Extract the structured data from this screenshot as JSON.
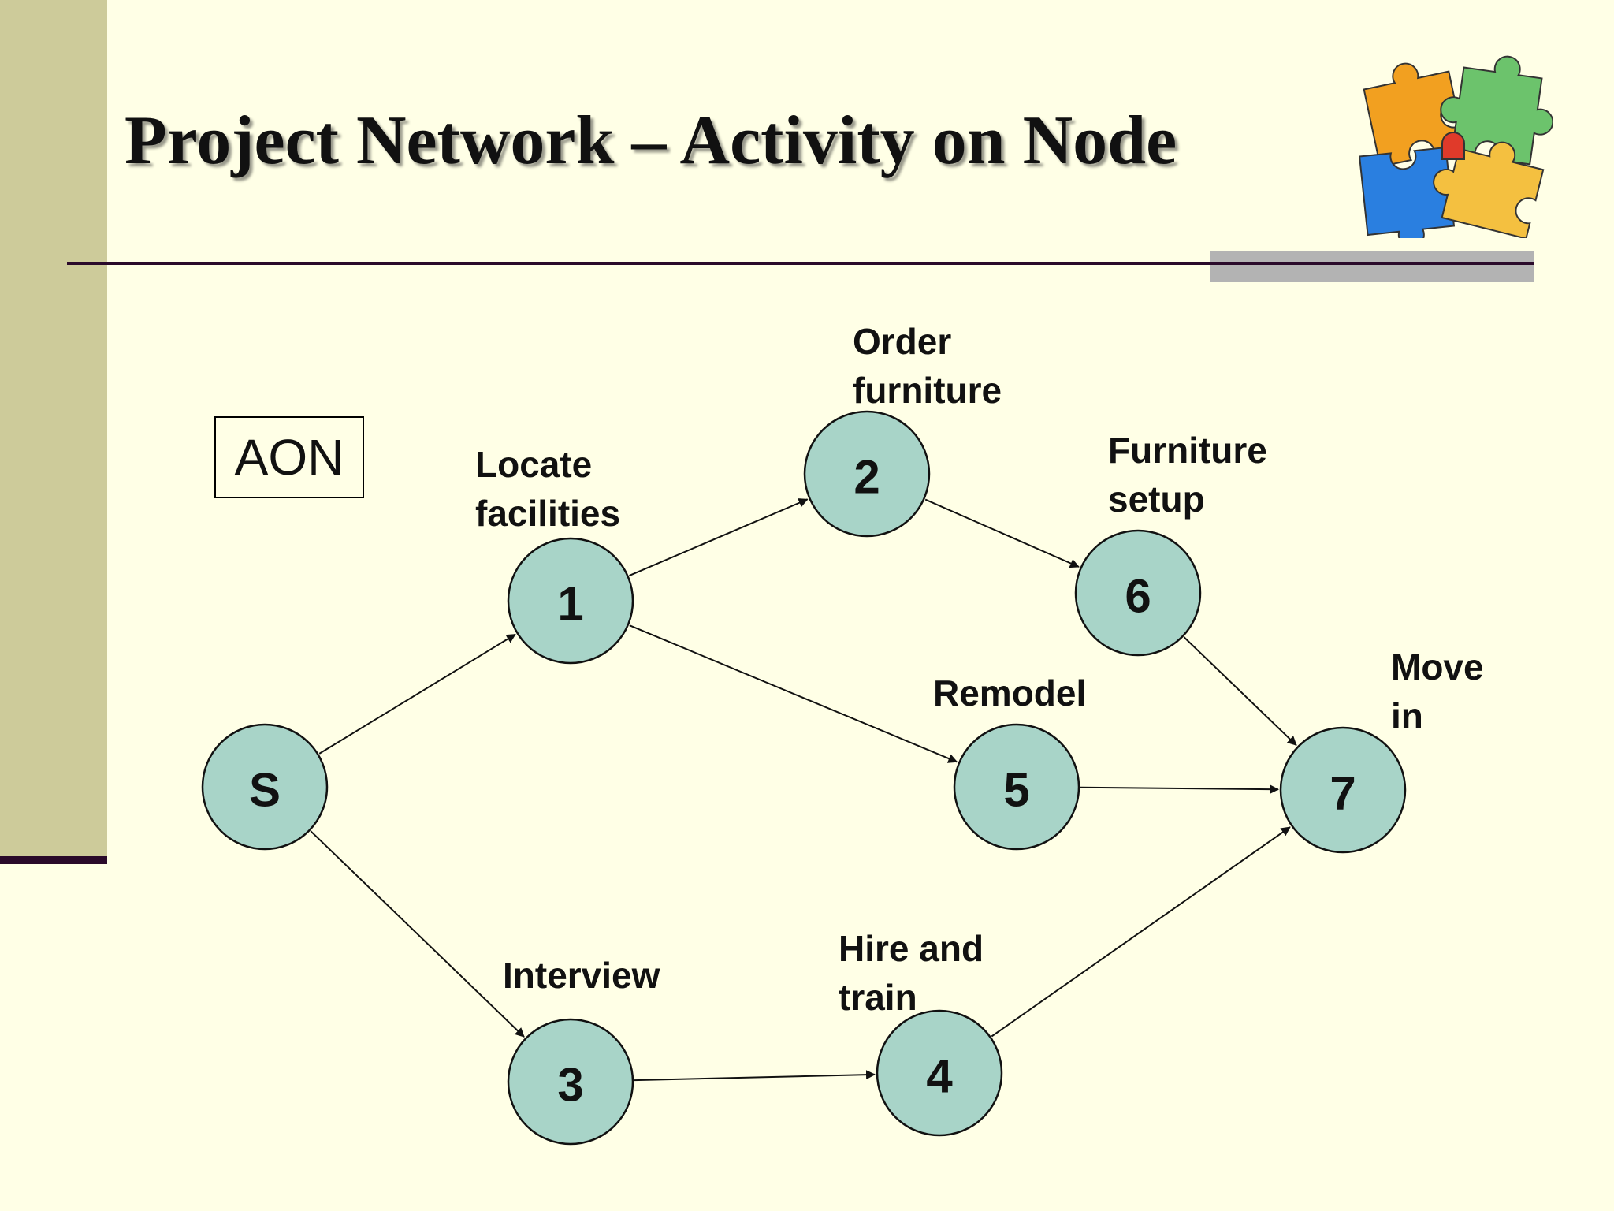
{
  "slide": {
    "title": "Project Network – Activity on Node",
    "notation_box": "AON"
  },
  "colors": {
    "background": "#ffffe6",
    "left_bar": "#cdcb9a",
    "node_fill": "#a8d4c8",
    "rule": "#2a0a2a"
  },
  "icons": [
    "puzzle-pieces-icon"
  ],
  "nodes": [
    {
      "id": "S",
      "label": "S",
      "activity": ""
    },
    {
      "id": "1",
      "label": "1",
      "activity": "Locate\nfacilities"
    },
    {
      "id": "2",
      "label": "2",
      "activity": "Order\nfurniture"
    },
    {
      "id": "3",
      "label": "3",
      "activity": "Interview"
    },
    {
      "id": "4",
      "label": "4",
      "activity": "Hire and\ntrain"
    },
    {
      "id": "5",
      "label": "5",
      "activity": "Remodel"
    },
    {
      "id": "6",
      "label": "6",
      "activity": "Furniture\nsetup"
    },
    {
      "id": "7",
      "label": "7",
      "activity": "Move\nin"
    }
  ],
  "edges": [
    {
      "from": "S",
      "to": "1"
    },
    {
      "from": "S",
      "to": "3"
    },
    {
      "from": "1",
      "to": "2"
    },
    {
      "from": "1",
      "to": "5"
    },
    {
      "from": "2",
      "to": "6"
    },
    {
      "from": "3",
      "to": "4"
    },
    {
      "from": "4",
      "to": "7"
    },
    {
      "from": "5",
      "to": "7"
    },
    {
      "from": "6",
      "to": "7"
    }
  ]
}
